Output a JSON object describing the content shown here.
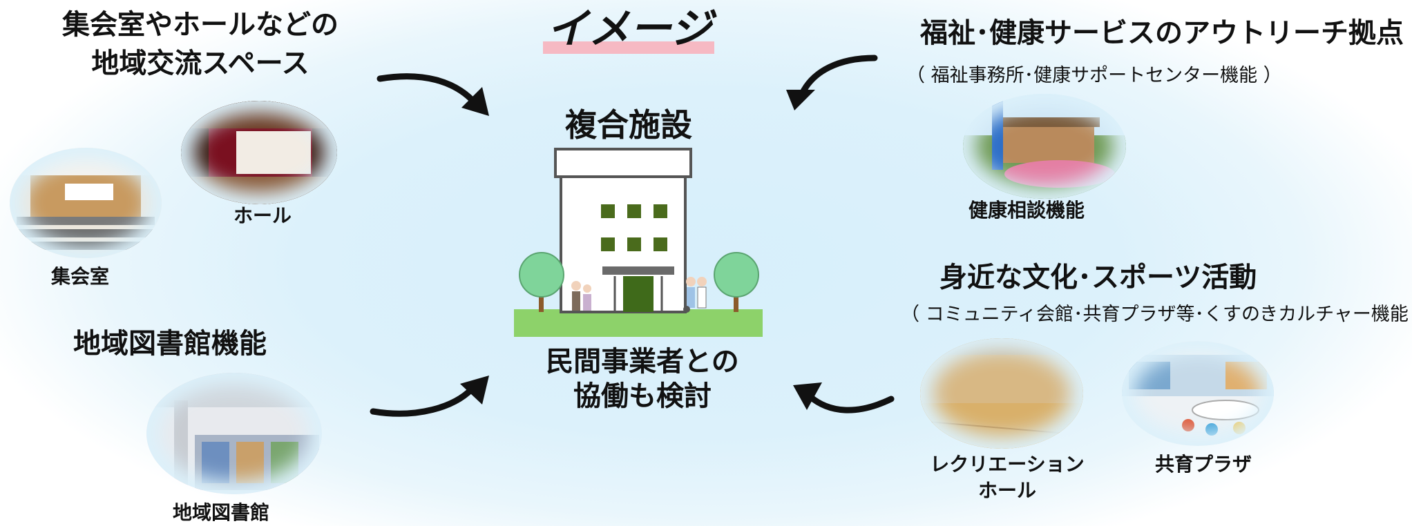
{
  "title": "イメージ",
  "center": {
    "facility_label": "複合施設",
    "note_line1": "民間事業者との",
    "note_line2": "協働も検討"
  },
  "top_left": {
    "heading_line1": "集会室やホールなどの",
    "heading_line2": "地域交流スペース",
    "hall_caption": "ホール",
    "room_caption": "集会室"
  },
  "bottom_left": {
    "heading": "地域図書館機能",
    "library_caption": "地域図書館"
  },
  "top_right": {
    "heading": "福祉･健康サービスのアウトリーチ拠点",
    "subheading": "（ 福祉事務所･健康サポートセンター機能 ）",
    "health_caption": "健康相談機能"
  },
  "bottom_right": {
    "heading": "身近な文化･スポーツ活動",
    "subheading": "（ コミュニティ会館･共育プラザ等･くすのきカルチャー機能 ）",
    "rec_caption_line1": "レクリエーション",
    "rec_caption_line2": "ホール",
    "plaza_caption": "共育プラザ"
  },
  "colors": {
    "background": "#dcf1fb",
    "title_underline": "#f6b9c3",
    "window_green": "#4a6b1c",
    "grass_green": "#8dd26a",
    "tree_green": "#7fd49a"
  }
}
